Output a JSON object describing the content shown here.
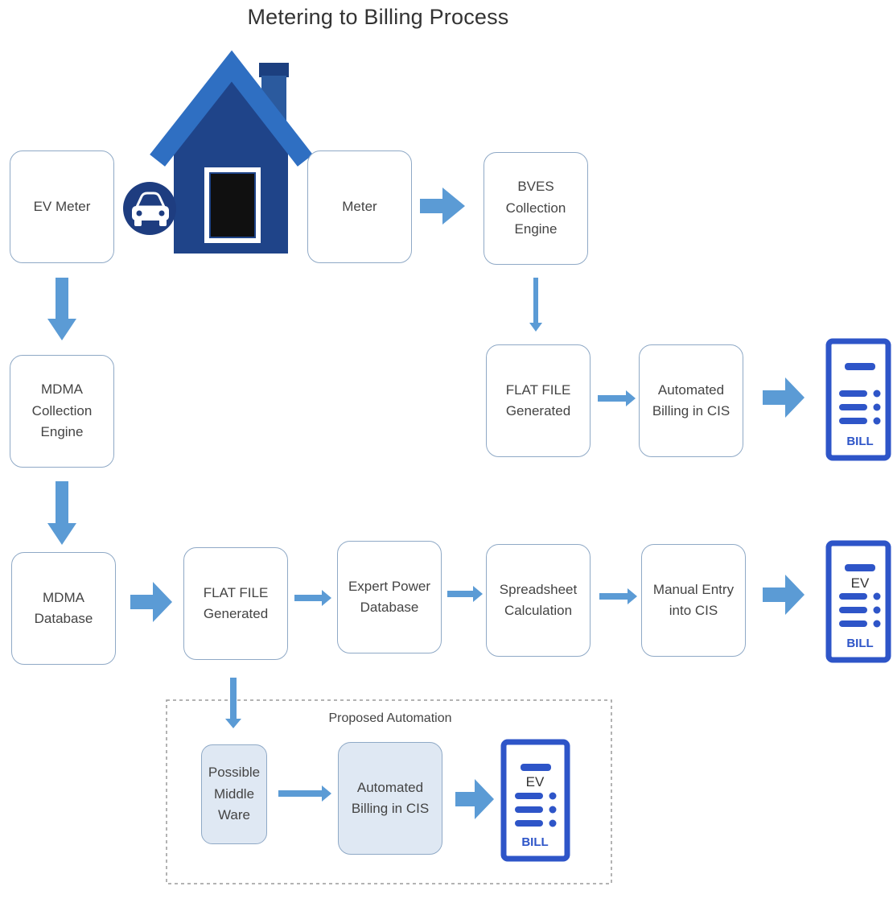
{
  "title": "Metering to Billing Process",
  "nodes": {
    "ev_meter": "EV Meter",
    "meter": "Meter",
    "bves_collection_engine": "BVES Collection\nEngine",
    "flat_file_top": "FLAT FILE\nGenerated",
    "automated_billing_top": "Automated\nBilling in CIS",
    "mdma_collection_engine": "MDMA\nCollection\nEngine",
    "mdma_database": "MDMA\nDatabase",
    "flat_file_mid": "FLAT FILE\nGenerated",
    "expert_power_database": "Expert Power\nDatabase",
    "spreadsheet_calculation": "Spreadsheet\nCalculation",
    "manual_entry": "Manual Entry\ninto CIS",
    "possible_middleware": "Possible\nMiddle\nWare",
    "automated_billing_proposed": "Automated\nBilling in CIS"
  },
  "proposed_area": {
    "label": "Proposed Automation"
  },
  "bills": {
    "top": {
      "caption": "BILL"
    },
    "mid": {
      "tag": "EV",
      "caption": "BILL"
    },
    "proposed": {
      "tag": "EV",
      "caption": "BILL"
    }
  },
  "colors": {
    "house_dark": "#1c3f7f",
    "house_roof": "#2f6fc2",
    "arrow": "#5b9bd5",
    "bill_frame": "#2e55c8",
    "box_border": "#8fa9c6",
    "box_tint": "#dfe8f3"
  },
  "icons": [
    "house-icon",
    "car-icon",
    "bill-icon"
  ]
}
